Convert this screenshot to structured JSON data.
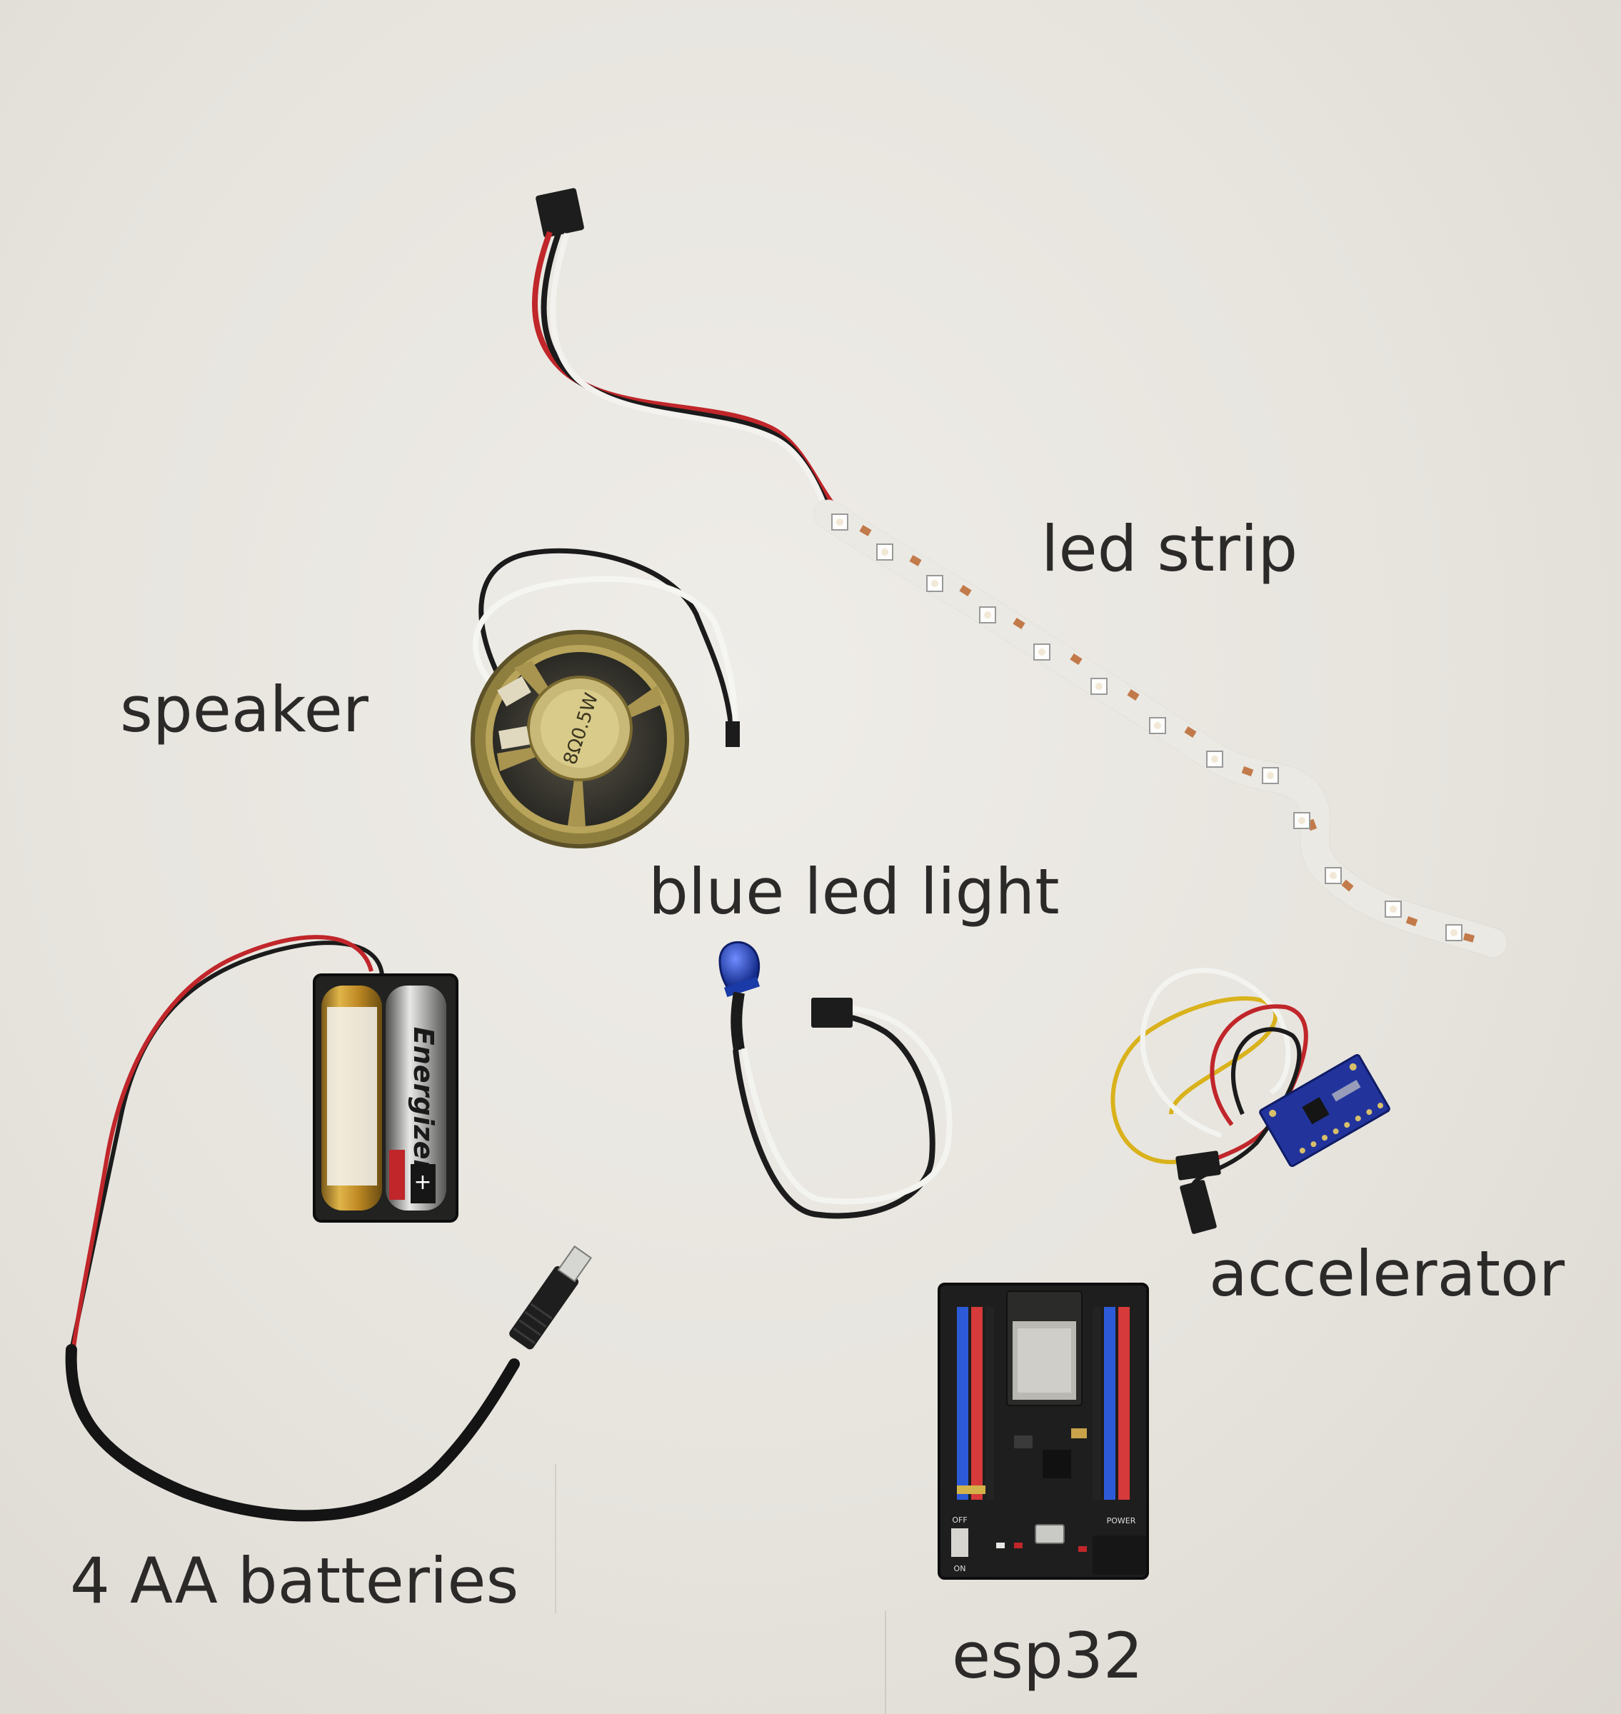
{
  "labels": {
    "led_strip": "led strip",
    "speaker": "speaker",
    "blue_led_light": "blue led light",
    "accelerator": "accelerator",
    "batteries": "4 AA batteries",
    "esp32": "esp32"
  },
  "printed_text": {
    "battery_brand": "Energizer",
    "speaker_marking": "8Ω0.5W",
    "board_label_power": "POWER",
    "board_label_off": "OFF",
    "board_label_on": "ON"
  },
  "colors": {
    "background": "#e9e6e0",
    "label_text": "#2b2a29",
    "wire_red": "#c0262a",
    "wire_black": "#1b1b1b",
    "wire_white": "#f4f4f2",
    "wire_yellow": "#d9b21c",
    "led_blue": "#1c3fb8",
    "pcb_black": "#1e1e1e",
    "sensor_blue": "#22349c",
    "battery_gold": "#c99a33"
  }
}
